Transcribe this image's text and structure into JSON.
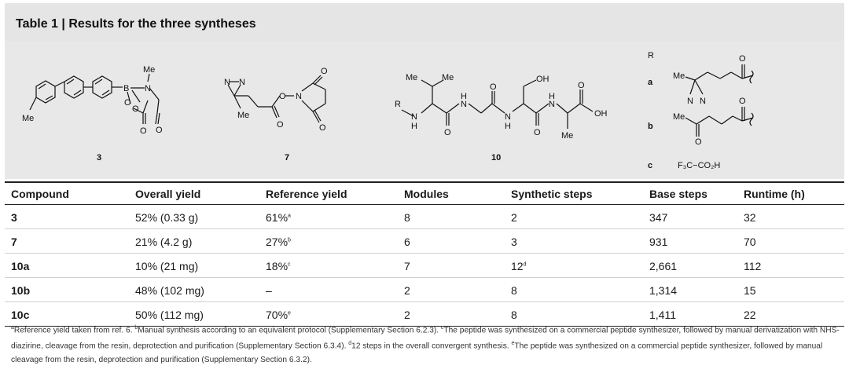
{
  "title": "Table 1 | Results for the three syntheses",
  "scheme": {
    "compound_labels": [
      "3",
      "7",
      "10"
    ],
    "r_group_header": "R",
    "r_groups": [
      {
        "key": "a",
        "label": "a"
      },
      {
        "key": "b",
        "label": "b"
      },
      {
        "key": "c",
        "label": "c",
        "formula": "F₃C−CO₂H"
      }
    ],
    "atoms": {
      "me": "Me",
      "n": "N",
      "b": "B",
      "o": "O",
      "oh": "OH",
      "h": "H",
      "r": "R",
      "nh": "N"
    }
  },
  "table": {
    "headers": [
      "Compound",
      "Overall yield",
      "Reference yield",
      "Modules",
      "Synthetic steps",
      "Base steps",
      "Runtime (h)"
    ],
    "rows": [
      {
        "compound": "3",
        "overall": "52% (0.33 g)",
        "reference": "61%",
        "ref_sup": "a",
        "modules": "8",
        "steps": "2",
        "steps_sup": "",
        "base": "347",
        "runtime": "32"
      },
      {
        "compound": "7",
        "overall": "21% (4.2 g)",
        "reference": "27%",
        "ref_sup": "b",
        "modules": "6",
        "steps": "3",
        "steps_sup": "",
        "base": "931",
        "runtime": "70"
      },
      {
        "compound": "10a",
        "overall": "10% (21 mg)",
        "reference": "18%",
        "ref_sup": "c",
        "modules": "7",
        "steps": "12",
        "steps_sup": "d",
        "base": "2,661",
        "runtime": "112"
      },
      {
        "compound": "10b",
        "overall": "48% (102 mg)",
        "reference": "–",
        "ref_sup": "",
        "modules": "2",
        "steps": "8",
        "steps_sup": "",
        "base": "1,314",
        "runtime": "15"
      },
      {
        "compound": "10c",
        "overall": "50% (112 mg)",
        "reference": "70%",
        "ref_sup": "e",
        "modules": "2",
        "steps": "8",
        "steps_sup": "",
        "base": "1,411",
        "runtime": "22"
      }
    ]
  },
  "footnotes": [
    {
      "mark": "a",
      "text": "Reference yield taken from ref. 6. "
    },
    {
      "mark": "b",
      "text": "Manual synthesis according to an equivalent protocol (Supplementary Section 6.2.3). "
    },
    {
      "mark": "c",
      "text": "The peptide was synthesized on a commercial peptide synthesizer, followed by manual derivatization with NHS-diazirine, cleavage from the resin, deprotection and purification (Supplementary Section 6.3.4). "
    },
    {
      "mark": "d",
      "text": "12 steps in the overall convergent synthesis. "
    },
    {
      "mark": "e",
      "text": "The peptide was synthesized on a commercial peptide synthesizer, followed by manual cleavage from the resin, deprotection and purification (Supplementary Section 6.3.2)."
    }
  ]
}
